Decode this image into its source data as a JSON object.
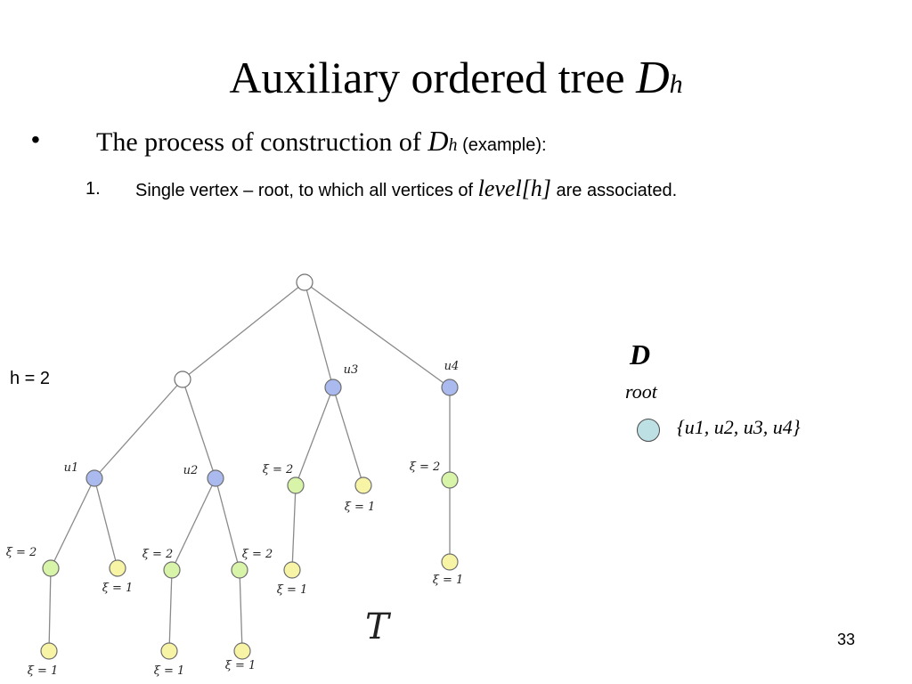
{
  "slide": {
    "title": {
      "text": "Auxiliary ordered tree ",
      "var": "D",
      "var_sub": "h"
    },
    "bullet": {
      "marker": "•",
      "text": "The process of construction of ",
      "var": "D",
      "var_sub": "h",
      "suffix": " (example):"
    },
    "step": {
      "number": "1.",
      "text_before": "Single vertex – root, to which all vertices of ",
      "level_var": "level[h]",
      "text_after": " are associated."
    },
    "h_label": "h = 2",
    "page_number": "33"
  },
  "tree_T": {
    "label": "T",
    "colors": {
      "edge": "#8a8a8a",
      "outline": "#6e6e6e",
      "white_node": "#ffffff",
      "blue_node": "#aab9ee",
      "green_node": "#d8f4a8",
      "yellow_node": "#f8f4a6"
    },
    "nodes": [
      {
        "id": "r",
        "kind": "white",
        "label": ""
      },
      {
        "id": "a",
        "kind": "white",
        "label": ""
      },
      {
        "id": "u3",
        "kind": "blue",
        "label": "u3"
      },
      {
        "id": "u4",
        "kind": "blue",
        "label": "u4"
      },
      {
        "id": "u1",
        "kind": "blue",
        "label": "u1"
      },
      {
        "id": "u2",
        "kind": "blue",
        "label": "u2"
      },
      {
        "id": "g1",
        "kind": "green",
        "label": "ξ = 2"
      },
      {
        "id": "y1",
        "kind": "yellow",
        "label": "ξ = 1"
      },
      {
        "id": "g2",
        "kind": "green",
        "label": "ξ = 2"
      },
      {
        "id": "g3",
        "kind": "green",
        "label": "ξ = 2"
      },
      {
        "id": "g4",
        "kind": "green",
        "label": "ξ = 2"
      },
      {
        "id": "y2",
        "kind": "yellow",
        "label": "ξ = 1"
      },
      {
        "id": "g5",
        "kind": "green",
        "label": "ξ = 2"
      },
      {
        "id": "y3",
        "kind": "yellow",
        "label": "ξ = 1"
      },
      {
        "id": "y4",
        "kind": "yellow",
        "label": "ξ = 1"
      },
      {
        "id": "y5",
        "kind": "yellow",
        "label": "ξ = 1"
      },
      {
        "id": "y6",
        "kind": "yellow",
        "label": "ξ = 1"
      },
      {
        "id": "y7",
        "kind": "yellow",
        "label": "ξ = 1"
      },
      {
        "id": "y8",
        "kind": "yellow",
        "label": "ξ = 1"
      }
    ],
    "edges": [
      [
        "r",
        "a"
      ],
      [
        "r",
        "u3"
      ],
      [
        "r",
        "u4"
      ],
      [
        "a",
        "u1"
      ],
      [
        "a",
        "u2"
      ],
      [
        "u1",
        "g1"
      ],
      [
        "u1",
        "y1"
      ],
      [
        "g1",
        "y5"
      ],
      [
        "u2",
        "g2"
      ],
      [
        "u2",
        "g3"
      ],
      [
        "g2",
        "y6"
      ],
      [
        "g3",
        "y7"
      ],
      [
        "u3",
        "g4"
      ],
      [
        "u3",
        "y2"
      ],
      [
        "g4",
        "y3"
      ],
      [
        "u4",
        "g5"
      ],
      [
        "g5",
        "y4"
      ]
    ]
  },
  "tree_D": {
    "label": "D",
    "root_label": "root",
    "root_set": "{u1, u2, u3, u4}",
    "root_color": "#bde0e4"
  }
}
